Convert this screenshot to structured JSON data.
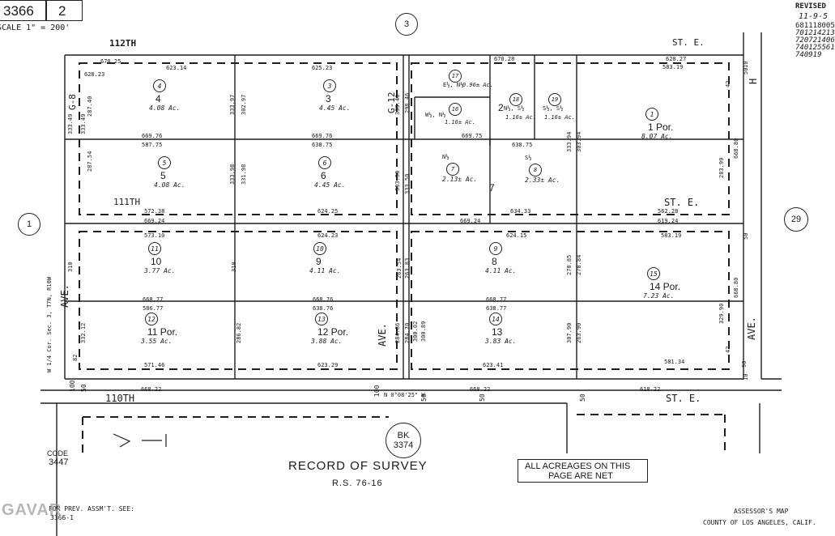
{
  "header": {
    "book_number": "3366",
    "page_number": "2",
    "scale": "SCALE 1\" = 200'",
    "revised_label": "REVISED",
    "revised_date": "11-9-5",
    "revision_codes": [
      "681118005",
      "701214213",
      "720721406",
      "740125561",
      "740919"
    ]
  },
  "adjacent_pages": {
    "top": "3",
    "left": "1",
    "right": "29",
    "bottom_book_label": "BK",
    "bottom_book_number": "3374"
  },
  "streets": {
    "top_left": "112TH",
    "top_right": "ST. E.",
    "middle_left": "111TH",
    "middle_right": "ST. E.",
    "bottom_left": "110TH",
    "bottom_right": "ST. E.",
    "vert_left": "AVE.",
    "vert_center": "AVE.",
    "vert_right": "AVE.",
    "vert_right_letter": "H",
    "vert_left_letter": "G-8",
    "vert_center_letter": "G-12"
  },
  "section_note": "W 1/4 Cor. Sec. 3, T7N, R10W",
  "bearing_note": "N 0°08'25\" W",
  "parcels": [
    {
      "id": "4",
      "circle": "4",
      "acres": "4.08 Ac."
    },
    {
      "id": "3",
      "circle": "3",
      "acres": "4.45 Ac."
    },
    {
      "id": "5",
      "circle": "5",
      "acres": "4.08 Ac."
    },
    {
      "id": "6",
      "circle": "6",
      "acres": "4.45 Ac."
    },
    {
      "id": "10",
      "circle": "11",
      "acres": "3.77 Ac."
    },
    {
      "id": "9",
      "circle": "10",
      "acres": "4.11 Ac."
    },
    {
      "id": "11 Por.",
      "circle": "12",
      "acres": "3.55 Ac."
    },
    {
      "id": "12 Por.",
      "circle": "13",
      "acres": "3.88 Ac."
    },
    {
      "id": "8",
      "circle": "9",
      "acres": "4.11 Ac."
    },
    {
      "id": "13",
      "circle": "14",
      "acres": "3.83 Ac."
    },
    {
      "id": "14 Por.",
      "circle": "15",
      "acres": "7.23 Ac."
    },
    {
      "id": "1 Por.",
      "circle": "1",
      "acres": "8.07 Ac."
    },
    {
      "id": "2",
      "circle": "",
      "acres": ""
    },
    {
      "id": "7",
      "circle": "",
      "acres": ""
    }
  ],
  "subparcels": [
    {
      "circle": "17",
      "desc": "E½, N½",
      "acres": "0.96± Ac."
    },
    {
      "circle": "16",
      "desc": "W½, N½",
      "acres": "1.16± Ac."
    },
    {
      "circle": "18",
      "desc": "N½, S½",
      "acres": "1.16± Ac."
    },
    {
      "circle": "19",
      "desc": "S½, S½",
      "acres": "1.16± Ac."
    },
    {
      "circle": "7",
      "desc": "N½",
      "acres": "2.13± Ac."
    },
    {
      "circle": "8",
      "desc": "S½",
      "acres": "2.33± Ac."
    }
  ],
  "dimensions": {
    "top_row": [
      "670.25",
      "623.14",
      "625.23",
      "670.28",
      "620.27",
      "583.19",
      "628.23"
    ],
    "row2": [
      "669.76",
      "587.75",
      "669.76",
      "638.75",
      "669.75",
      "638.75"
    ],
    "row3": [
      "572.38",
      "669.24",
      "624.25",
      "669.24",
      "634.33",
      "562.28",
      "619.24"
    ],
    "row4": [
      "573.10",
      "624.23",
      "624.15",
      "583.19"
    ],
    "row5": [
      "668.77",
      "586.77",
      "668.76",
      "638.76",
      "668.77",
      "638.77"
    ],
    "row6": [
      "571.46",
      "623.29",
      "623.41",
      "581.34"
    ],
    "bottom": [
      "668.22",
      "668.22",
      "618.22"
    ],
    "verticals": [
      "333.49",
      "333.49",
      "287.54",
      "287.40",
      "333.97",
      "302.97",
      "333.98",
      "331.98",
      "333.46",
      "298.46",
      "333.50",
      "333.50",
      "333.94",
      "303.94",
      "668.80",
      "668.80",
      "310",
      "310",
      "300.02",
      "300.89",
      "307.90",
      "263.90",
      "332.12",
      "286.82",
      "284.86",
      "284.70",
      "263.54",
      "263.83",
      "270.85",
      "270.84",
      "329.90",
      "283.99",
      "42",
      "42",
      "82",
      "90",
      "50",
      "50",
      "10",
      "10"
    ]
  },
  "codes": [
    "100",
    "50",
    "50",
    "50",
    "50",
    "100"
  ],
  "record": {
    "title": "RECORD OF SURVEY",
    "ref": "R.S. 76-16"
  },
  "acreage_note_line1": "ALL ACREAGES ON THIS",
  "acreage_note_line2": "PAGE ARE NET",
  "code_label": "CODE",
  "code_value": "3447",
  "for_prev": "FOR PREV. ASSM'T. SEE:",
  "for_prev_ref": "3366-1",
  "footer_title": "ASSESSOR'S MAP",
  "footer_county": "COUNTY OF LOS ANGELES, CALIF.",
  "watermark": "GAVAR"
}
